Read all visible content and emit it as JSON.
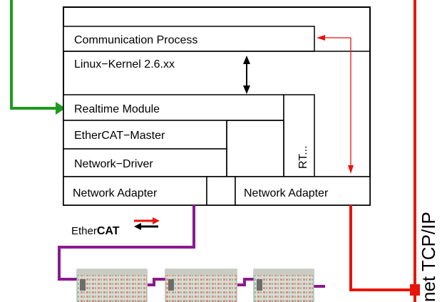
{
  "blocks": {
    "communication_process": "Communication Process",
    "linux_kernel": "Linux−Kernel  2.6.xx",
    "realtime_module": "Realtime Module",
    "ethercat_master": "EtherCAT−Master",
    "network_driver": "Network−Driver",
    "rt_short": "RT...",
    "network_adapter_left": "Network Adapter",
    "network_adapter_right": "Network Adapter"
  },
  "logo": {
    "prefix": "Ether",
    "suffix": "CAT"
  },
  "side_label": "net TCP/IP",
  "colors": {
    "green": "#1f9a1f",
    "purple": "#8a1a8f",
    "red": "#e8140c",
    "black": "#000000"
  },
  "icons": [
    "io-terminal-module",
    "io-terminal-module",
    "io-terminal-module"
  ]
}
